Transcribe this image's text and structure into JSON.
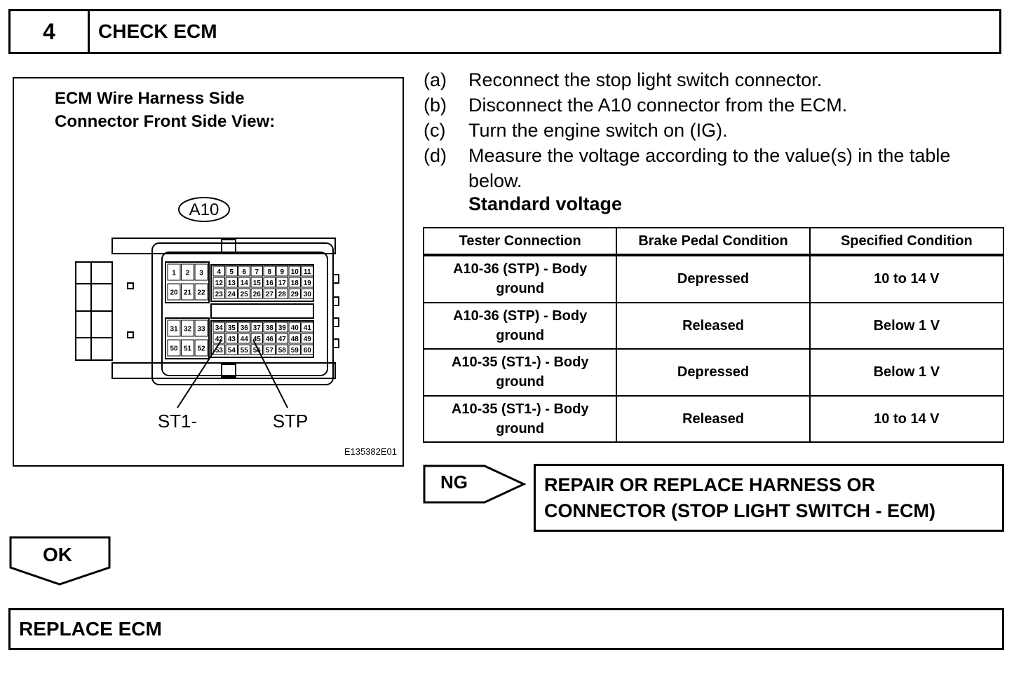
{
  "header": {
    "step_number": "4",
    "title": "CHECK ECM"
  },
  "figure": {
    "caption_line1": "ECM Wire Harness Side",
    "caption_line2": "Connector Front Side View:",
    "connector_name": "A10",
    "label_st1": "ST1-",
    "label_stp": "STP",
    "figure_id": "E135382E01",
    "pins": {
      "upper_left_row1": [
        "1",
        "2",
        "3"
      ],
      "upper_left_row2": [
        "20",
        "21",
        "22"
      ],
      "upper_right_row1": [
        "4",
        "5",
        "6",
        "7",
        "8",
        "9",
        "10",
        "11"
      ],
      "upper_right_row2": [
        "12",
        "13",
        "14",
        "15",
        "16",
        "17",
        "18",
        "19"
      ],
      "upper_right_row3": [
        "23",
        "24",
        "25",
        "26",
        "27",
        "28",
        "29",
        "30"
      ],
      "lower_left_row1": [
        "31",
        "32",
        "33"
      ],
      "lower_left_row2": [
        "50",
        "51",
        "52"
      ],
      "lower_right_row1": [
        "34",
        "35",
        "36",
        "37",
        "38",
        "39",
        "40",
        "41"
      ],
      "lower_right_row2": [
        "42",
        "43",
        "44",
        "45",
        "46",
        "47",
        "48",
        "49"
      ],
      "lower_right_row3": [
        "53",
        "54",
        "55",
        "56",
        "57",
        "58",
        "59",
        "60"
      ]
    }
  },
  "procedure": [
    {
      "letter": "(a)",
      "text": "Reconnect the stop light switch connector."
    },
    {
      "letter": "(b)",
      "text": "Disconnect the A10 connector from the ECM."
    },
    {
      "letter": "(c)",
      "text": "Turn the engine switch on (IG)."
    },
    {
      "letter": "(d)",
      "text": "Measure the voltage according to the value(s) in the table below."
    }
  ],
  "standard_label": "Standard voltage",
  "table": {
    "headers": [
      "Tester Connection",
      "Brake Pedal Condition",
      "Specified Condition"
    ],
    "rows": [
      {
        "connection": "A10-36 (STP) - Body ground",
        "condition": "Depressed",
        "specified": "10 to 14 V"
      },
      {
        "connection": "A10-36 (STP) - Body ground",
        "condition": "Released",
        "specified": "Below 1 V"
      },
      {
        "connection": "A10-35 (ST1-) - Body ground",
        "condition": "Depressed",
        "specified": "Below 1 V"
      },
      {
        "connection": "A10-35 (ST1-) - Body ground",
        "condition": "Released",
        "specified": "10 to 14 V"
      }
    ]
  },
  "ng": {
    "label": "NG",
    "action_line1": "REPAIR OR REPLACE HARNESS OR",
    "action_line2": "CONNECTOR (STOP LIGHT SWITCH - ECM)"
  },
  "ok": {
    "label": "OK"
  },
  "result": {
    "text": "REPLACE ECM"
  }
}
